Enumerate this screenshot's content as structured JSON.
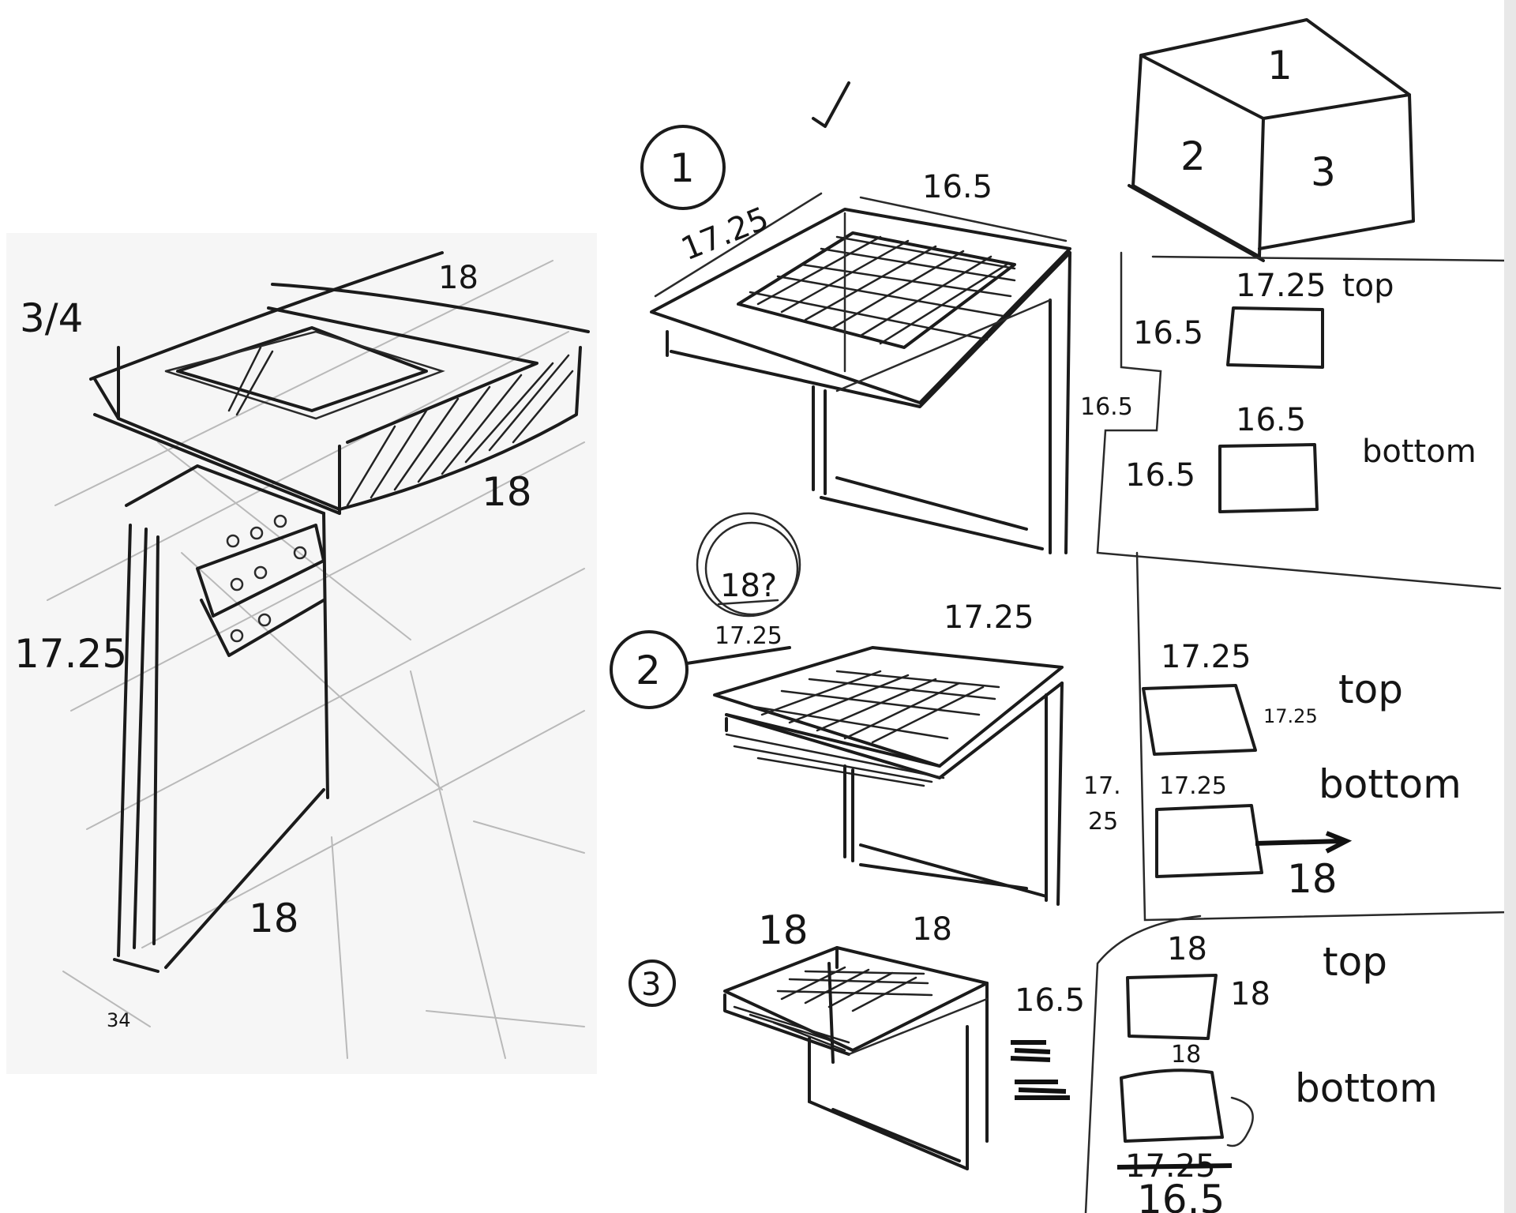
{
  "left_sketch": {
    "thickness": "3/4",
    "top_width": "18",
    "top_depth": "18",
    "leg_height": "17.25",
    "base_length": "18",
    "base_thickness": "34"
  },
  "views": {
    "cube_faces": [
      "1",
      "2",
      "3"
    ]
  },
  "option_1": {
    "number": "1",
    "dim_depth": "17.25",
    "dim_width": "16.5",
    "dim_height": "16.5",
    "top": {
      "label": "top",
      "width": "17.25",
      "height": "16.5"
    },
    "bottom": {
      "label": "bottom",
      "width": "16.5",
      "height": "16.5"
    }
  },
  "option_2": {
    "number": "2",
    "question": "18?",
    "dim_depth": "17.25",
    "dim_width": "17.25",
    "dim_height_a": "17.",
    "dim_height_b": "25",
    "top": {
      "label": "top",
      "width": "17.25",
      "height": "17.25"
    },
    "bottom": {
      "label": "bottom",
      "width": "17.25",
      "note": "18"
    }
  },
  "option_3": {
    "number": "3",
    "dim_depth": "18",
    "dim_width": "18",
    "dim_height": "16.5",
    "top": {
      "label": "top",
      "width": "18",
      "height": "18"
    },
    "bottom": {
      "label": "bottom",
      "width": "18",
      "struck": "17.25",
      "replacement": "16.5"
    }
  }
}
